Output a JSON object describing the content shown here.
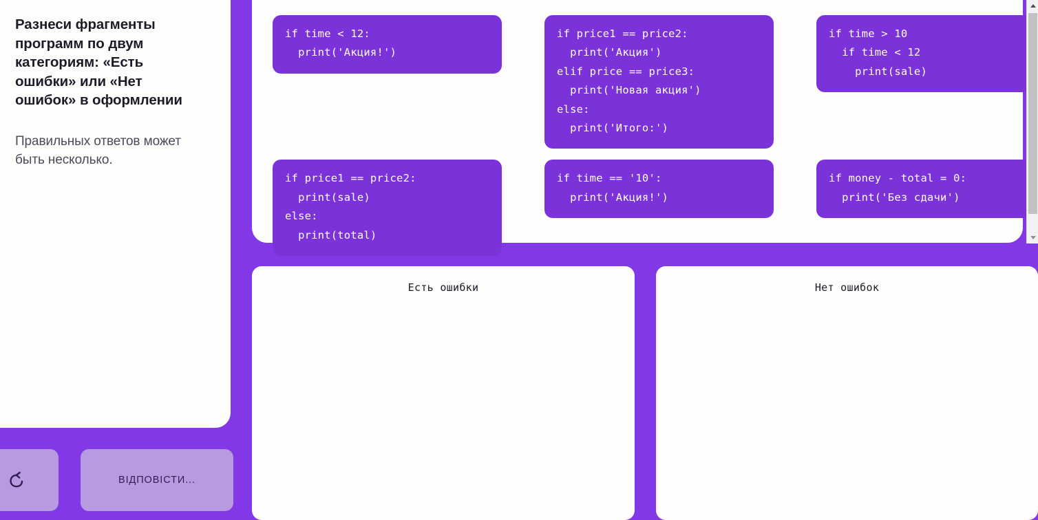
{
  "theme": {
    "background_purple": "#8338e8",
    "card_purple": "#7b33d9",
    "panel_white": "#fdfdfb",
    "button_lilac": "#b79ae0",
    "text_dark": "#1c1c28"
  },
  "prompt": {
    "title": "Разнеси фрагменты программ по двум категориям: «Есть ошибки» или «Нет ошибок» в оформлении",
    "subtitle": "Правильных ответов может быть несколько."
  },
  "controls": {
    "reset_icon": "undo-arrow-icon",
    "answer_label": "ВІДПОВІСТИ..."
  },
  "pool": {
    "cards": [
      {
        "id": "card-1",
        "code": "if time < 12:\n  print('Акция!')"
      },
      {
        "id": "card-2",
        "code": "if price1 == price2:\n  print('Акция')\nelif price == price3:\n  print('Новая акция')\nelse:\n  print('Итого:')"
      },
      {
        "id": "card-3",
        "code": "if time > 10\n  if time < 12\n    print(sale)"
      },
      {
        "id": "card-4",
        "code": "if price1 == price2:\n  print(sale)\nelse:\n  print(total)"
      },
      {
        "id": "card-5",
        "code": "if time == '10':\n  print('Акция!')"
      },
      {
        "id": "card-6",
        "code": "if money - total = 0:\n  print('Без сдачи')"
      }
    ]
  },
  "dropzones": [
    {
      "id": "zone-has-errors",
      "label": "Есть ошибки",
      "items": []
    },
    {
      "id": "zone-no-errors",
      "label": "Нет ошибок",
      "items": []
    }
  ],
  "scrollbar": {
    "up_icon": "scroll-up-arrow-icon",
    "down_icon": "scroll-down-arrow-icon"
  }
}
